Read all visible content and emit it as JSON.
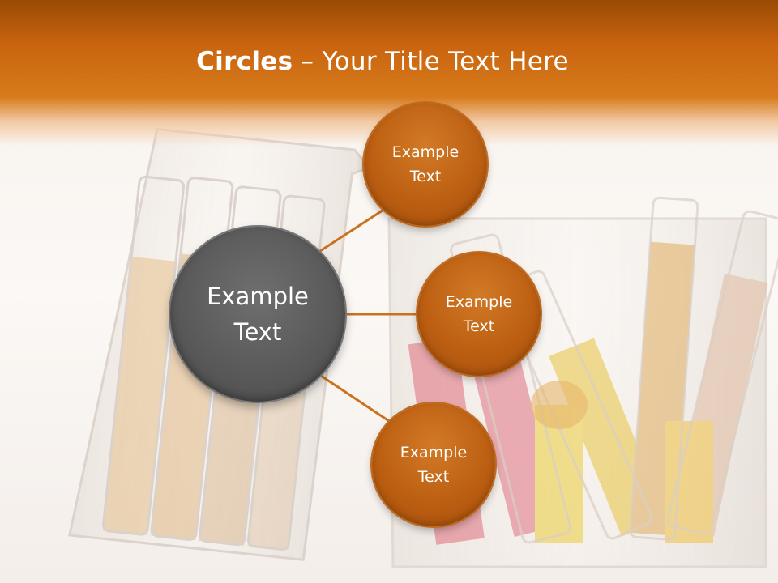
{
  "title": {
    "bold": "Circles",
    "rest": " – Your Title Text Here"
  },
  "center": {
    "label": "Example Text"
  },
  "satellites": [
    {
      "label": "Example Text"
    },
    {
      "label": "Example Text"
    },
    {
      "label": "Example Text"
    }
  ],
  "colors": {
    "header": "#c9640f",
    "orange_circle": "#bc5f12",
    "gray_circle": "#5a5a5a",
    "connector": "#c9731f"
  }
}
